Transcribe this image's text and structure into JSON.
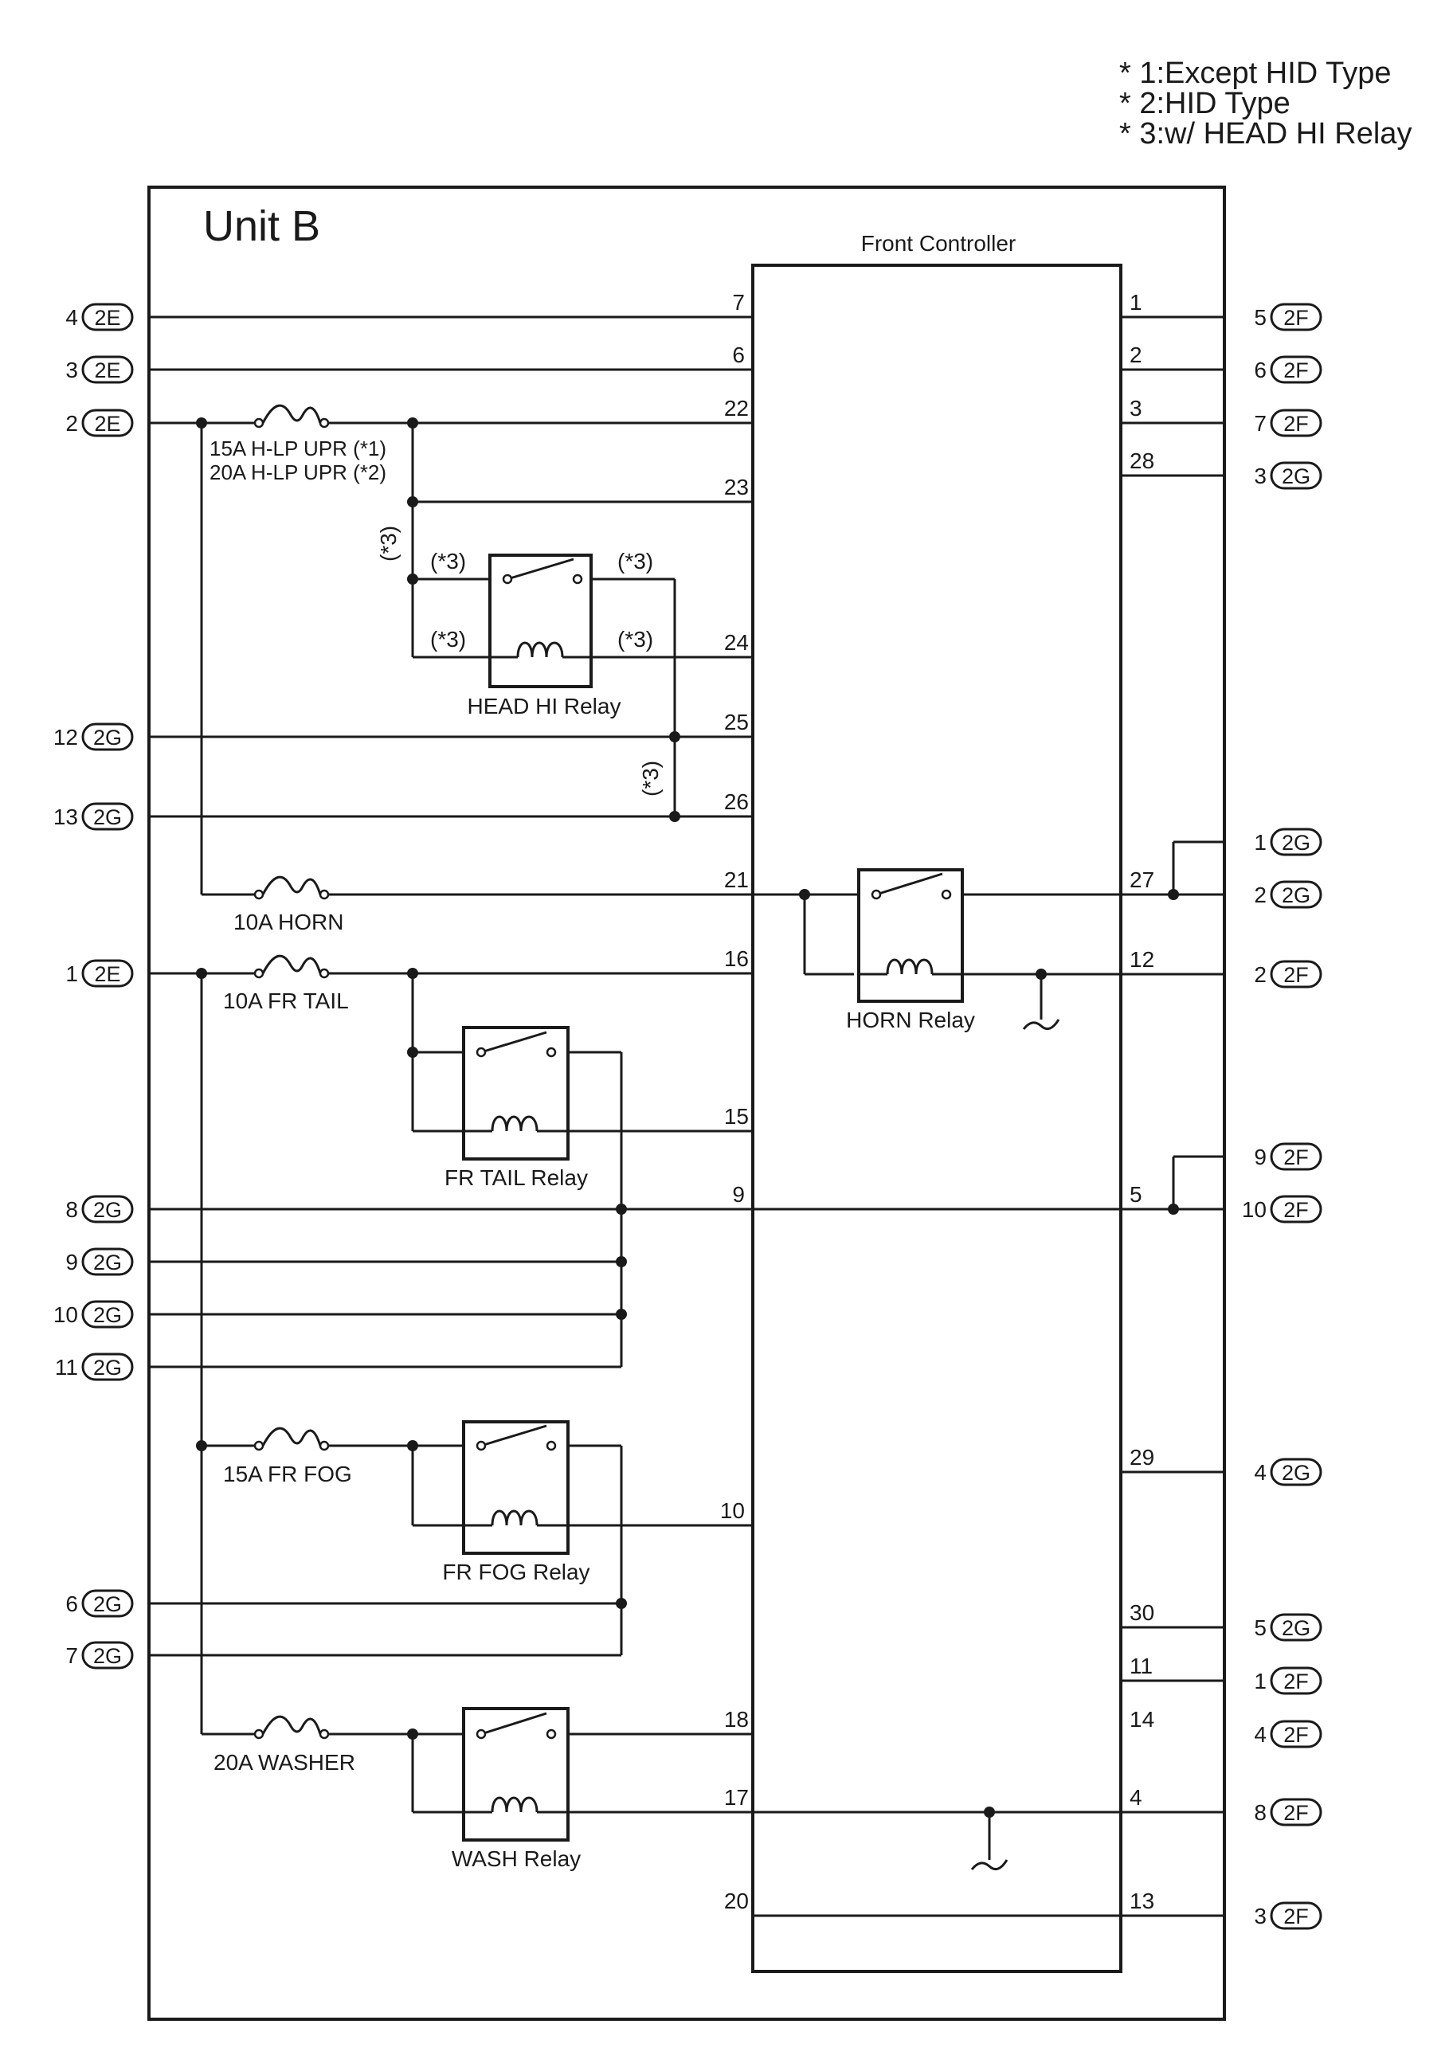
{
  "notes": [
    "* 1:Except HID Type",
    "* 2:HID Type",
    "* 3:w/ HEAD HI Relay"
  ],
  "unit_title": "Unit B",
  "controller_title": "Front Controller",
  "fuses": {
    "hlp_upr_1": "15A H-LP UPR (*1)",
    "hlp_upr_2": "20A H-LP UPR (*2)",
    "horn": "10A HORN",
    "fr_tail": "10A FR TAIL",
    "fr_fog": "15A FR FOG",
    "washer": "20A WASHER"
  },
  "relays": {
    "head_hi": "HEAD HI Relay",
    "horn": "HORN Relay",
    "fr_tail": "FR TAIL Relay",
    "fr_fog": "FR FOG Relay",
    "wash": "WASH Relay"
  },
  "star3": "(*3)",
  "left_connectors": [
    {
      "num": "4",
      "id": "2E"
    },
    {
      "num": "3",
      "id": "2E"
    },
    {
      "num": "2",
      "id": "2E"
    },
    {
      "num": "12",
      "id": "2G"
    },
    {
      "num": "13",
      "id": "2G"
    },
    {
      "num": "1",
      "id": "2E"
    },
    {
      "num": "8",
      "id": "2G"
    },
    {
      "num": "9",
      "id": "2G"
    },
    {
      "num": "10",
      "id": "2G"
    },
    {
      "num": "11",
      "id": "2G"
    },
    {
      "num": "6",
      "id": "2G"
    },
    {
      "num": "7",
      "id": "2G"
    }
  ],
  "right_connectors": [
    {
      "num": "5",
      "id": "2F"
    },
    {
      "num": "6",
      "id": "2F"
    },
    {
      "num": "7",
      "id": "2F"
    },
    {
      "num": "3",
      "id": "2G"
    },
    {
      "num": "1",
      "id": "2G"
    },
    {
      "num": "2",
      "id": "2G"
    },
    {
      "num": "2",
      "id": "2F"
    },
    {
      "num": "9",
      "id": "2F"
    },
    {
      "num": "10",
      "id": "2F"
    },
    {
      "num": "4",
      "id": "2G"
    },
    {
      "num": "5",
      "id": "2G"
    },
    {
      "num": "1",
      "id": "2F"
    },
    {
      "num": "4",
      "id": "2F"
    },
    {
      "num": "8",
      "id": "2F"
    },
    {
      "num": "3",
      "id": "2F"
    }
  ],
  "left_pins": [
    "7",
    "6",
    "22",
    "23",
    "24",
    "25",
    "26",
    "21",
    "16",
    "15",
    "9",
    "10",
    "18",
    "17",
    "20"
  ],
  "right_pins": [
    "1",
    "2",
    "3",
    "28",
    "27",
    "12",
    "5",
    "29",
    "30",
    "11",
    "14",
    "4",
    "13"
  ]
}
